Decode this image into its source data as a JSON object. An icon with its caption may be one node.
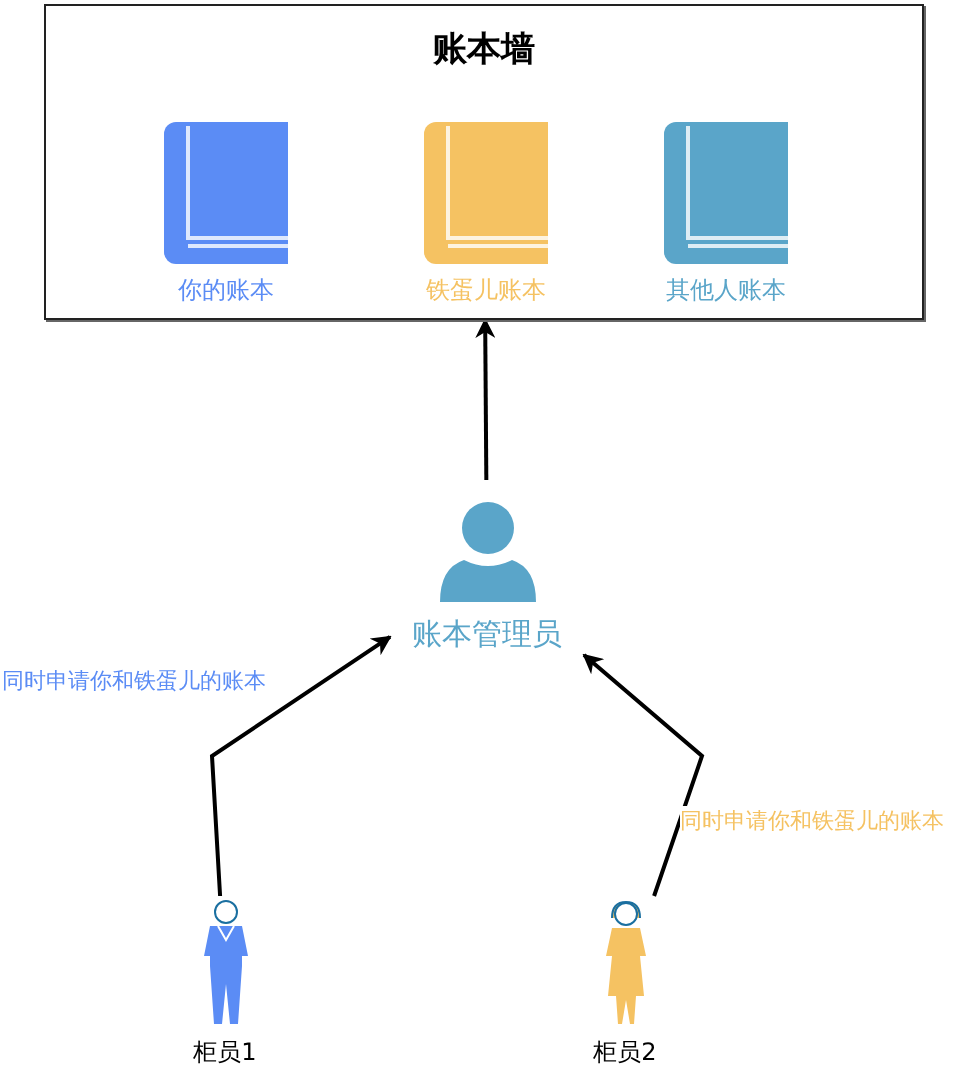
{
  "diagram": {
    "nodes": [
      {
        "text": [
          "账本墙"
        ]
      },
      {
        "text": [
          "你的账本"
        ],
        "in": 0
      },
      {
        "text": [
          "铁蛋儿账本"
        ],
        "in": 0
      },
      {
        "text": [
          "其他人账本"
        ],
        "in": 0
      },
      {
        "text": [
          "账本管理员"
        ]
      },
      {
        "text": [
          "柜员1"
        ]
      },
      {
        "text": [
          "柜员2"
        ]
      }
    ],
    "edges": [
      {
        "from": 4,
        "to": 0,
        "arrow": "to"
      },
      {
        "from": 5,
        "to": 4,
        "arrow": "to",
        "label": "同时申请你和铁蛋儿的账本"
      },
      {
        "from": 6,
        "to": 4,
        "arrow": "to",
        "label": "同时申请你和铁蛋儿的账本"
      }
    ]
  }
}
